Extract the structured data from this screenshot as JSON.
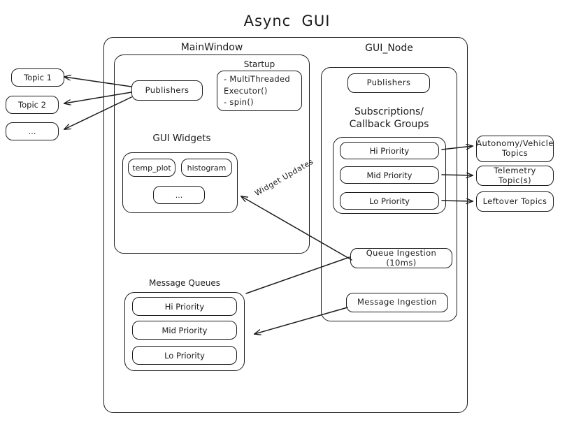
{
  "diagram": {
    "title": "Async  GUI",
    "outer_container_name": "async-gui-container",
    "sections": {
      "main_window": {
        "label": "MainWindow",
        "publishers": "Publishers",
        "startup": {
          "label": "Startup",
          "lines": "-  MultiThreaded\n   Executor()\n-  spin()"
        },
        "gui_widgets": {
          "label": "GUI Widgets",
          "widgets": [
            "temp_plot",
            "histogram",
            "..."
          ]
        }
      },
      "gui_node": {
        "label": "GUI_Node",
        "publishers": "Publishers",
        "subscriptions_label": "Subscriptions/\nCallback Groups",
        "callback_groups": [
          "Hi Priority",
          "Mid Priority",
          "Lo Priority"
        ],
        "queue_ingestion": "Queue Ingestion (10ms)",
        "message_ingestion": "Message Ingestion"
      },
      "message_queues": {
        "label": "Message Queues",
        "queues": [
          "Hi Priority",
          "Mid Priority",
          "Lo Priority"
        ]
      }
    },
    "external_topics_left": [
      "Topic 1",
      "Topic 2",
      "..."
    ],
    "external_topics_right": [
      "Autonomy/Vehicle\nTopics",
      "Telemetry Topic(s)",
      "Leftover Topics"
    ],
    "edge_labels": {
      "widget_updates": "Widget Updates"
    },
    "colors": {
      "stroke": "#1b1b1b",
      "background": "#ffffff"
    }
  }
}
